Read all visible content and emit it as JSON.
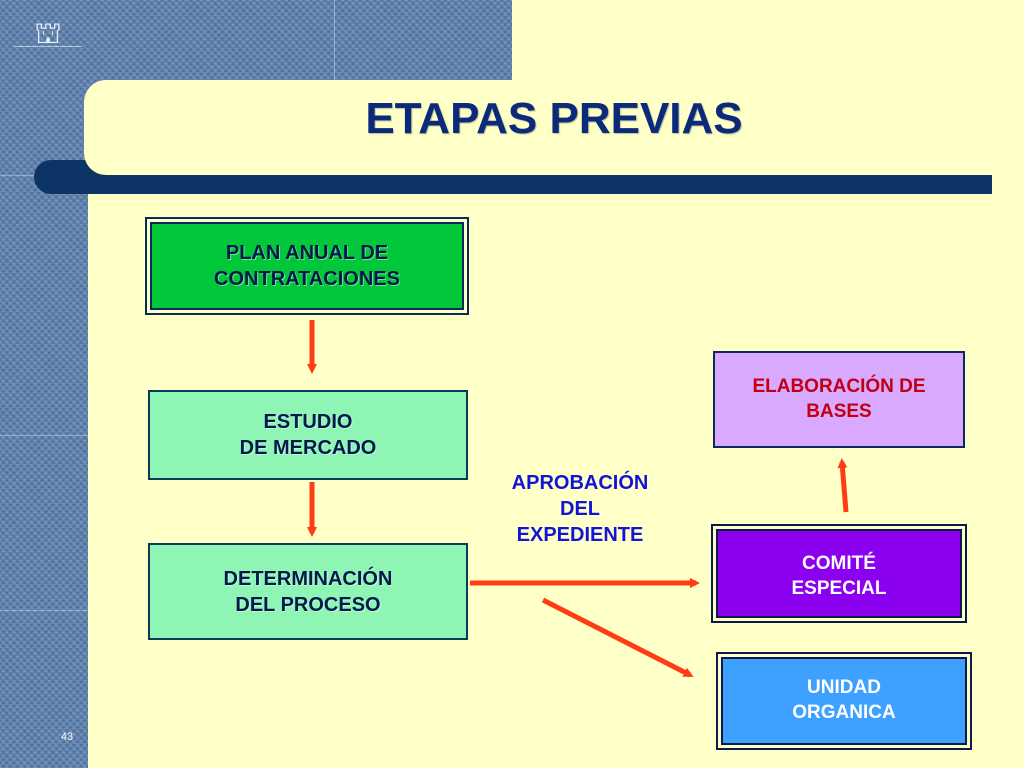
{
  "slide": {
    "title": "ETAPAS PREVIAS",
    "number": "43"
  },
  "boxes": {
    "plan": {
      "line1": "PLAN ANUAL DE",
      "line2": "CONTRATACIONES"
    },
    "estudio": {
      "line1": "ESTUDIO",
      "line2": "DE MERCADO"
    },
    "determinacion": {
      "line1": "DETERMINACIÓN",
      "line2": "DEL PROCESO"
    },
    "elaboracion": {
      "line1": "ELABORACIÓN DE",
      "line2": "BASES"
    },
    "comite": {
      "line1": "COMITÉ",
      "line2": "ESPECIAL"
    },
    "unidad": {
      "line1": "UNIDAD",
      "line2": "ORGANICA"
    }
  },
  "label": {
    "line1": "APROBACIÓN",
    "line2": "DEL",
    "line3": "EXPEDIENTE"
  },
  "colors": {
    "arrow": "#ff3c14",
    "navy": "#0c3566",
    "background": "#ffffc8"
  }
}
